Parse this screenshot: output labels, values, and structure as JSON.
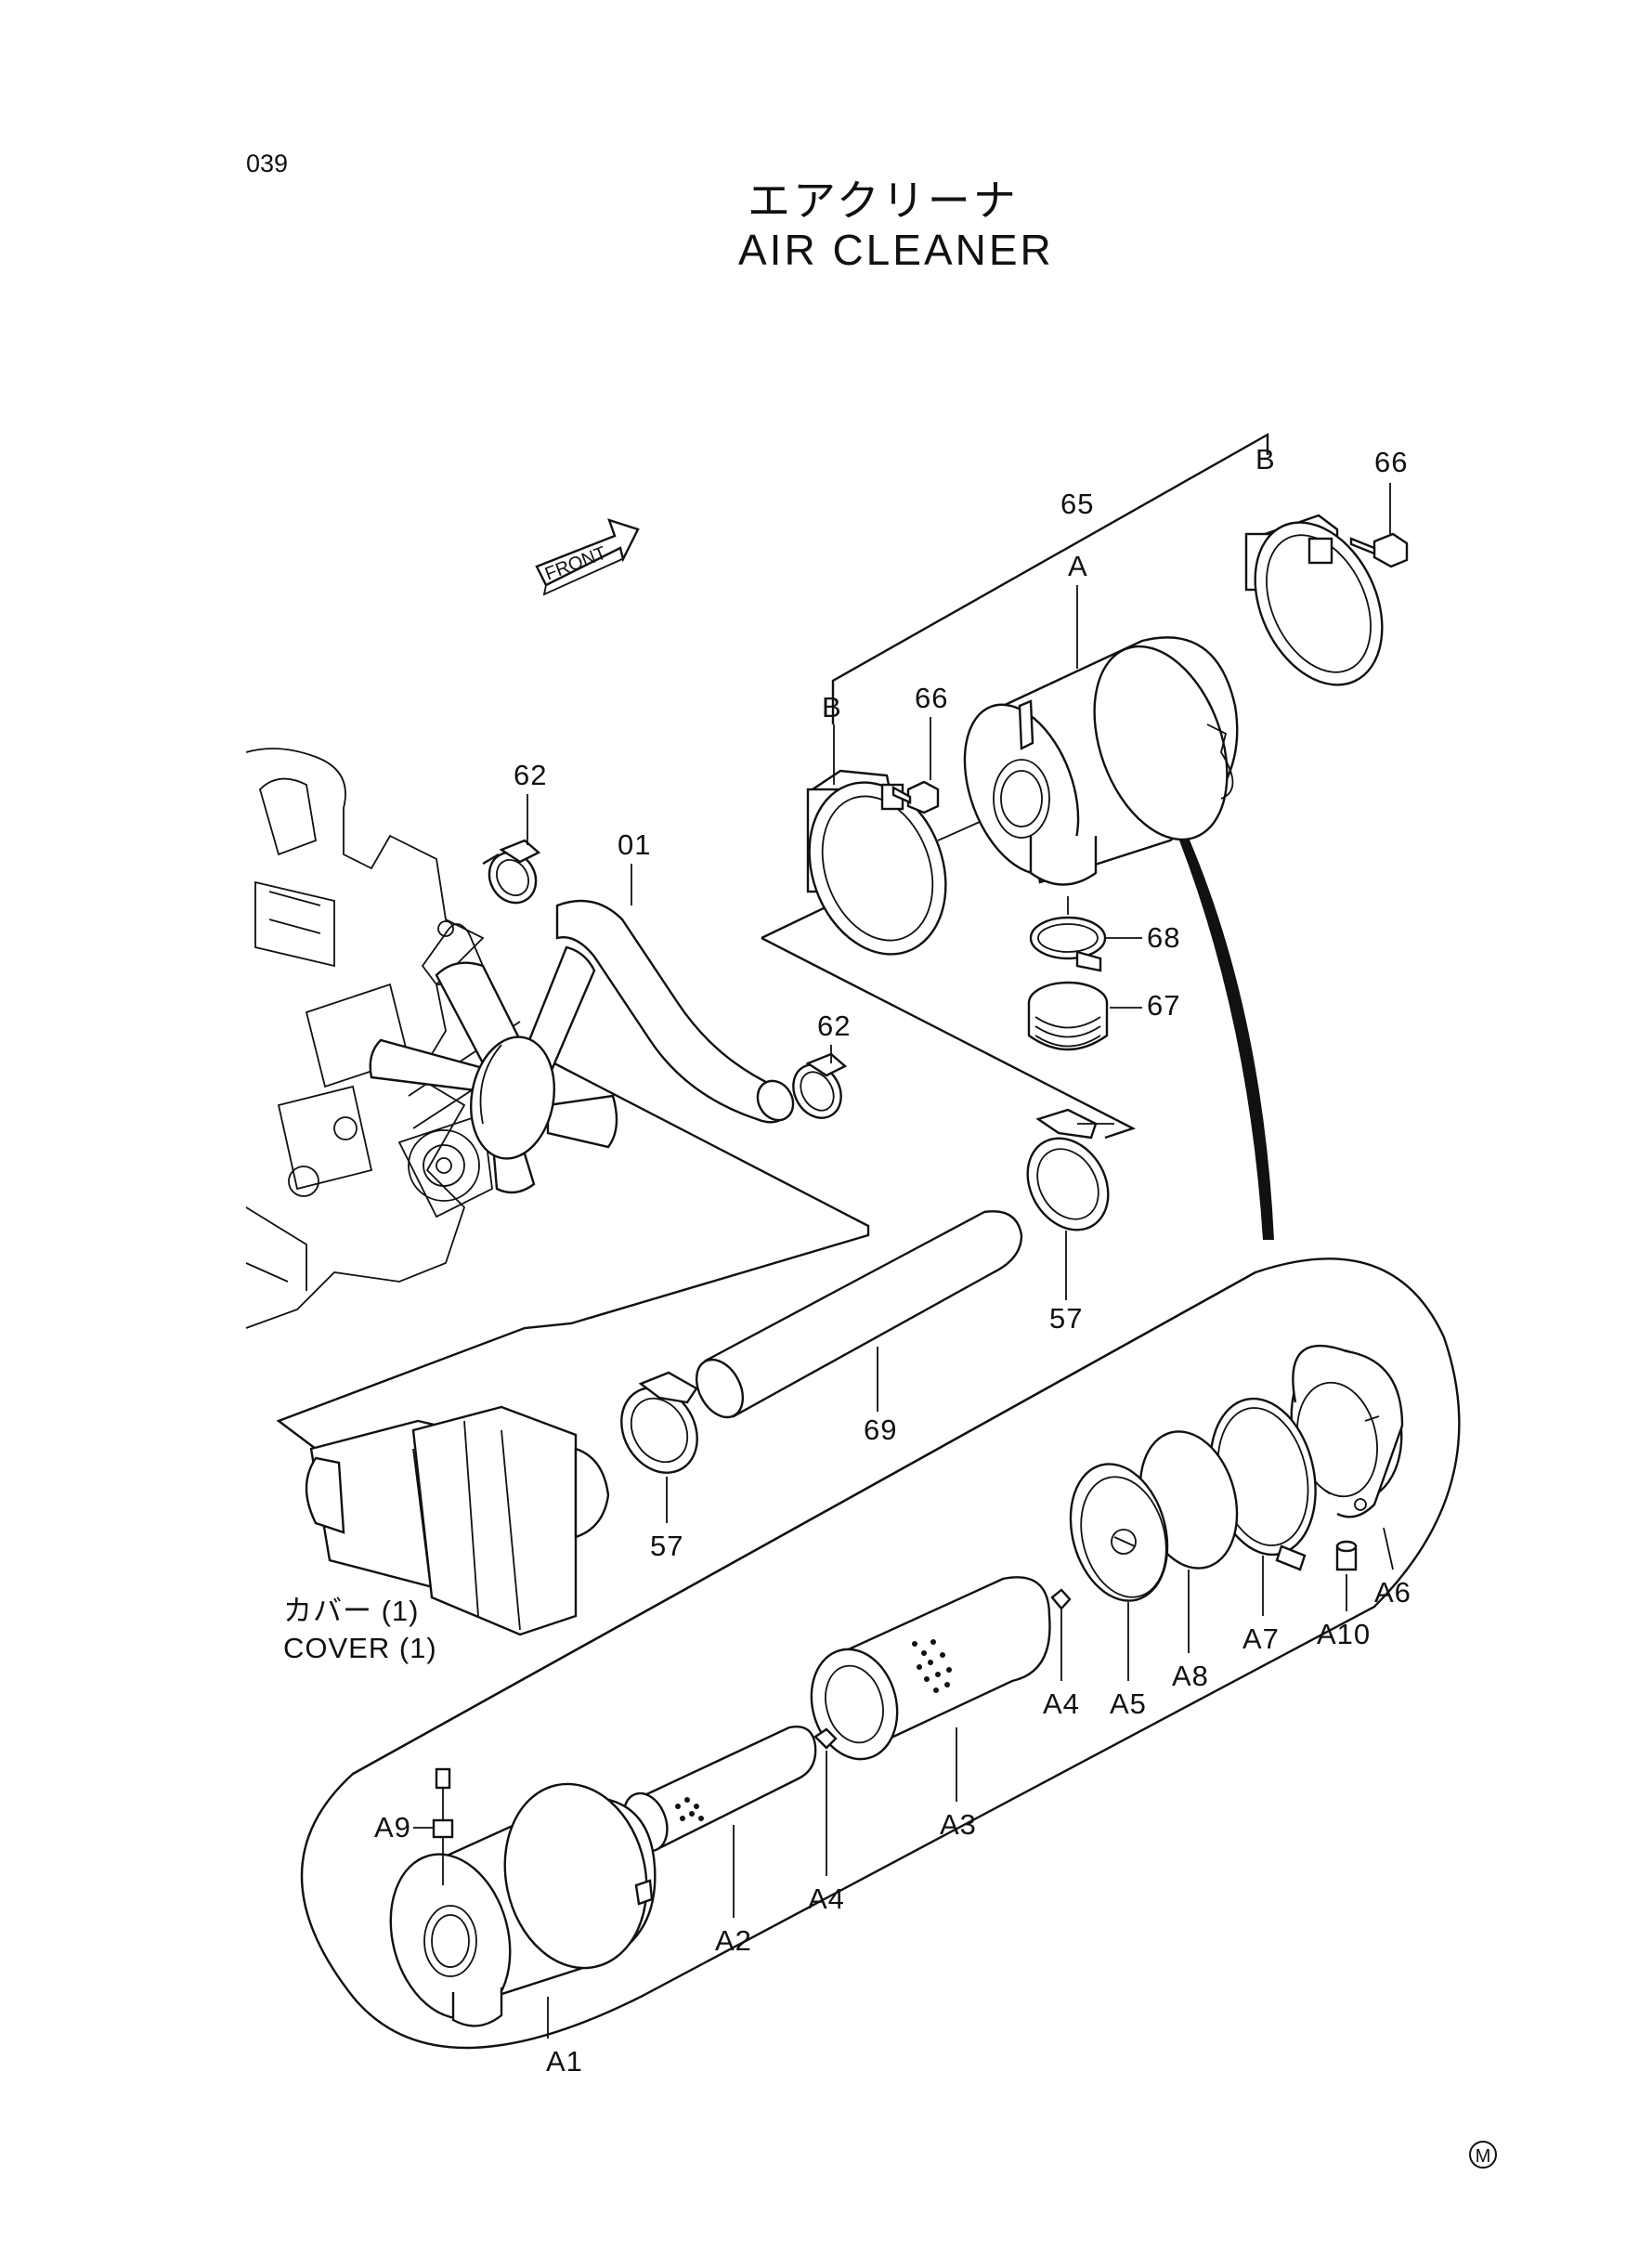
{
  "page": {
    "number": "039",
    "mark": "M"
  },
  "title": {
    "japanese": "エアクリーナ",
    "english": "AIR CLEANER"
  },
  "front_arrow": {
    "label": "FRONT"
  },
  "cover_note": {
    "japanese": "カバー (1)",
    "english": "COVER (1)"
  },
  "callouts": {
    "p65": "65",
    "pA": "A",
    "pB_right": "B",
    "p66_right": "66",
    "pB_left": "B",
    "p66_left": "66",
    "p62_top": "62",
    "p01": "01",
    "p68": "68",
    "p67": "67",
    "p62_mid": "62",
    "p57_right": "57",
    "p69": "69",
    "p57_left": "57",
    "pA1": "A1",
    "pA2": "A2",
    "pA3": "A3",
    "pA4_left": "A4",
    "pA4_right": "A4",
    "pA5": "A5",
    "pA6": "A6",
    "pA7": "A7",
    "pA8": "A8",
    "pA9": "A9",
    "pA10": "A10"
  },
  "colors": {
    "ink": "#111111",
    "paper": "#ffffff"
  }
}
